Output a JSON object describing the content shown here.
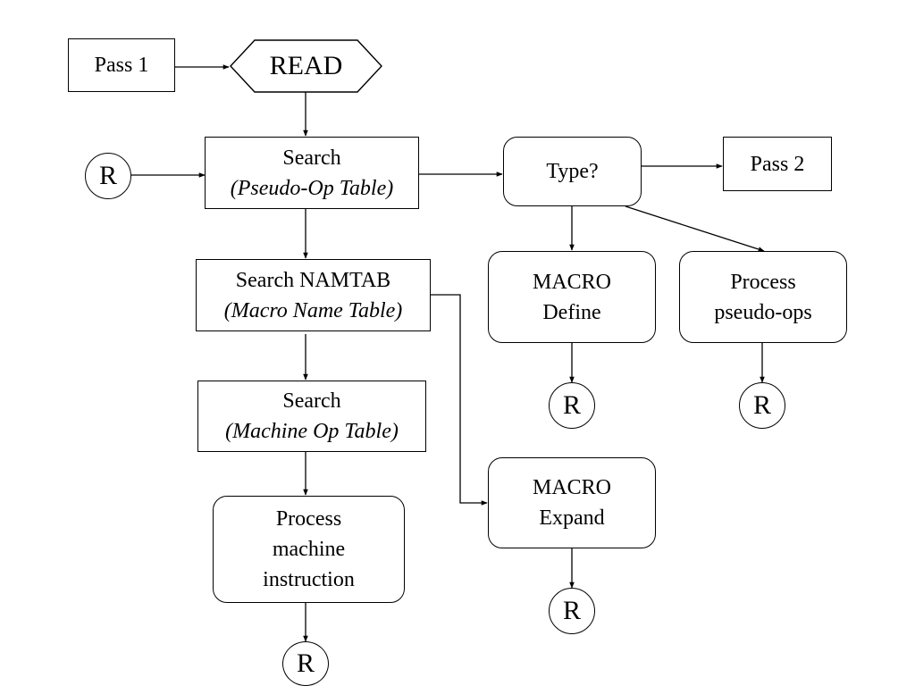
{
  "nodes": {
    "pass1": "Pass 1",
    "read": "READ",
    "search_pseudo": {
      "line1": "Search",
      "line2": "(Pseudo-Op Table)"
    },
    "type": "Type?",
    "pass2": "Pass 2",
    "search_namtab": {
      "line1": "Search NAMTAB",
      "line2": "(Macro Name Table)"
    },
    "macro_define": {
      "line1": "MACRO",
      "line2": "Define"
    },
    "process_pseudo": {
      "line1": "Process",
      "line2": "pseudo-ops"
    },
    "search_machine": {
      "line1": "Search",
      "line2": "(Machine Op Table)"
    },
    "process_machine": {
      "line1": "Process",
      "line2": "machine",
      "line3": "instruction"
    },
    "macro_expand": {
      "line1": "MACRO",
      "line2": "Expand"
    }
  },
  "connector_label": "R"
}
